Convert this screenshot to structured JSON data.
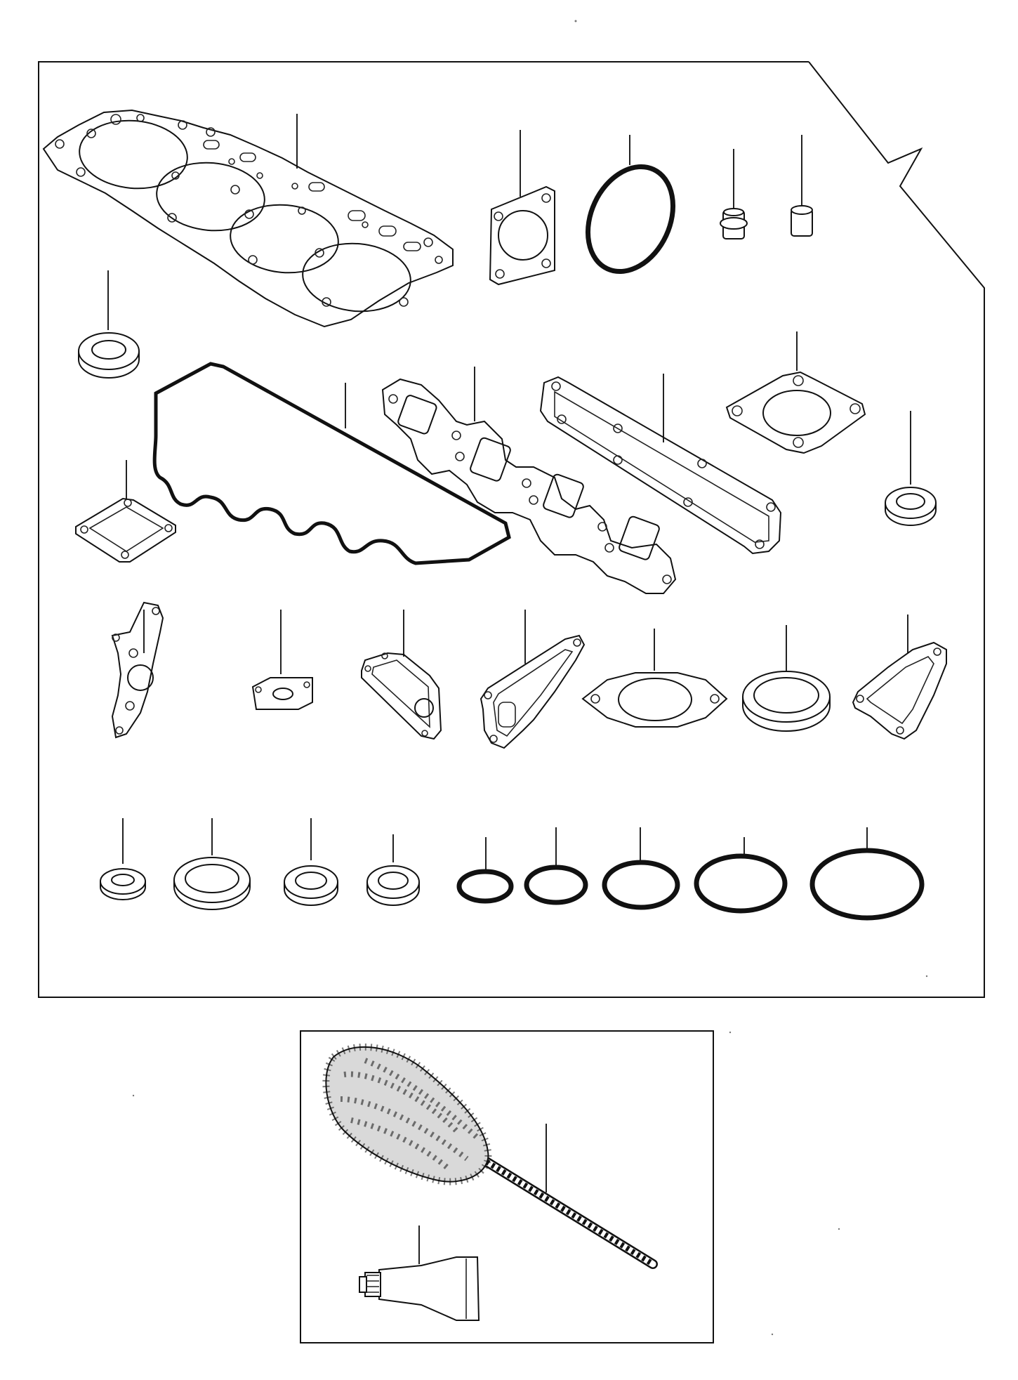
{
  "diagram": {
    "style": "exploded parts illustration",
    "colors": {
      "line": "#111111",
      "background": "#ffffff"
    },
    "panels": [
      {
        "id": "gasket-kit",
        "part_count": 31
      },
      {
        "id": "cleaning-supplies",
        "part_count": 2
      }
    ]
  }
}
